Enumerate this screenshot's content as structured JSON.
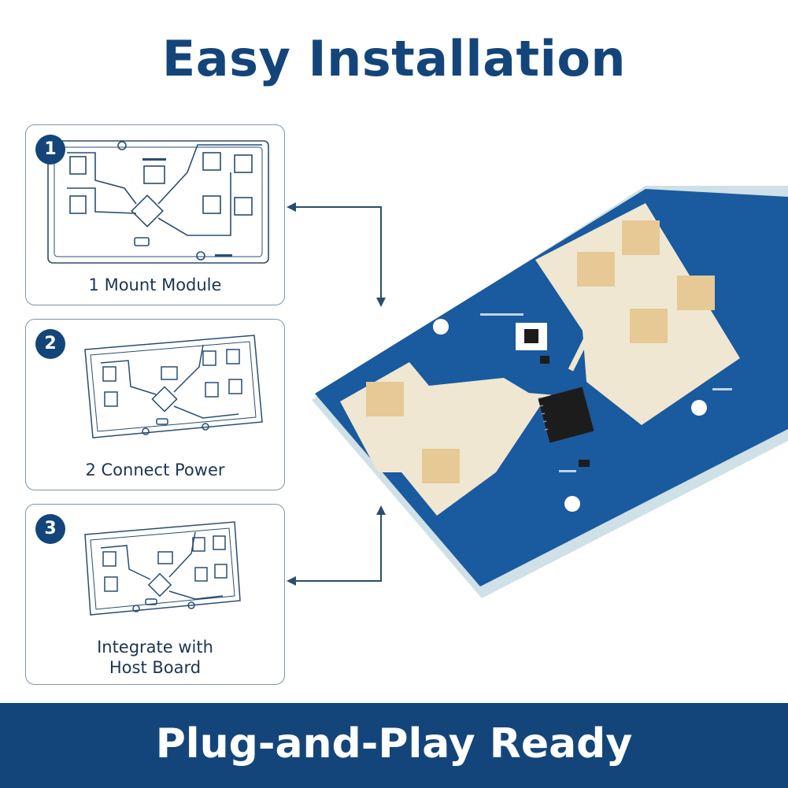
{
  "title": "Easy Installation",
  "steps": [
    {
      "number": "1",
      "label": "1 Mount Module"
    },
    {
      "number": "2",
      "label": "2 Connect Power"
    },
    {
      "number": "3",
      "label_line1": "Integrate with",
      "label_line2": "Host Board"
    }
  ],
  "banner": {
    "text": "Plug-and-Play Ready"
  },
  "colors": {
    "brand_navy": "#14457a",
    "pcb_blue": "#1a5a9e",
    "antenna_cream": "#efe7d2",
    "antenna_patch": "#e6c995",
    "chip_black": "#1c1c1c"
  }
}
